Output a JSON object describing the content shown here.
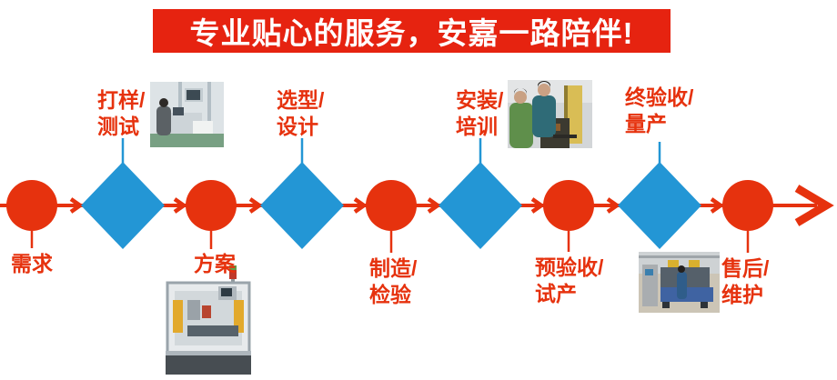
{
  "banner": {
    "text": "专业贴心的服务，安嘉一路陪伴!"
  },
  "colors": {
    "banner_bg": "#e62310",
    "banner_fg": "#ffffff",
    "node_red": "#e6320e",
    "node_blue": "#2396d5",
    "label_red": "#e6320e"
  },
  "flow": {
    "direction": "left-to-right",
    "steps": [
      {
        "shape": "circle",
        "label": "需求",
        "lines": [
          "需求"
        ],
        "label_position": "below"
      },
      {
        "shape": "diamond",
        "label": "打样/测试",
        "lines": [
          "打样/",
          "测试"
        ],
        "label_position": "above",
        "photo": "sampling-test-photo"
      },
      {
        "shape": "circle",
        "label": "方案",
        "lines": [
          "方案"
        ],
        "label_position": "below",
        "photo": "solution-machine-photo"
      },
      {
        "shape": "diamond",
        "label": "选型/设计",
        "lines": [
          "选型/",
          "设计"
        ],
        "label_position": "above"
      },
      {
        "shape": "circle",
        "label": "制造/检验",
        "lines": [
          "制造/",
          "检验"
        ],
        "label_position": "below"
      },
      {
        "shape": "diamond",
        "label": "安装/培训",
        "lines": [
          "安装/",
          "培训"
        ],
        "label_position": "above",
        "photo": "installation-training-photo"
      },
      {
        "shape": "circle",
        "label": "预验收/试产",
        "lines": [
          "预验收/",
          "试产"
        ],
        "label_position": "below"
      },
      {
        "shape": "diamond",
        "label": "终验收/量产",
        "lines": [
          "终验收/",
          "量产"
        ],
        "label_position": "above",
        "photo": "mass-production-floor-photo"
      },
      {
        "shape": "circle",
        "label": "售后/维护",
        "lines": [
          "售后/",
          "维护"
        ],
        "label_position": "below"
      }
    ]
  },
  "photos": [
    {
      "name": "sampling-test-photo",
      "content": "engineer testing equipment in workshop"
    },
    {
      "name": "solution-machine-photo",
      "content": "automation machine on white background"
    },
    {
      "name": "installation-training-photo",
      "content": "technicians assembling a machine"
    },
    {
      "name": "mass-production-floor-photo",
      "content": "blue machines on factory floor"
    }
  ]
}
